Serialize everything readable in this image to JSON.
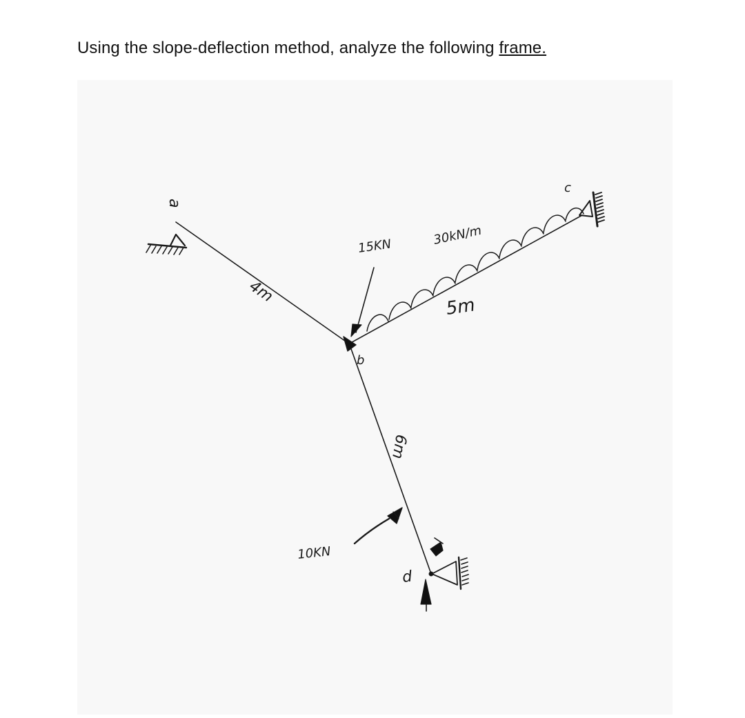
{
  "prompt": {
    "text_before": "Using  the slope-deflection method, analyze the following ",
    "text_underlined": "frame."
  },
  "diagram": {
    "labels": {
      "node_a": "a",
      "node_b": "b",
      "node_c": "c",
      "node_d": "d",
      "length_ab": "4m",
      "length_bc": "5m",
      "length_bd": "6m",
      "point_load_b": "15KN",
      "distributed_load": "30kN/m",
      "point_load_bd": "10KN"
    },
    "supports": {
      "a": "pin",
      "b": "rigid joint",
      "c": "pin against wall",
      "d": "pin against wall"
    }
  }
}
